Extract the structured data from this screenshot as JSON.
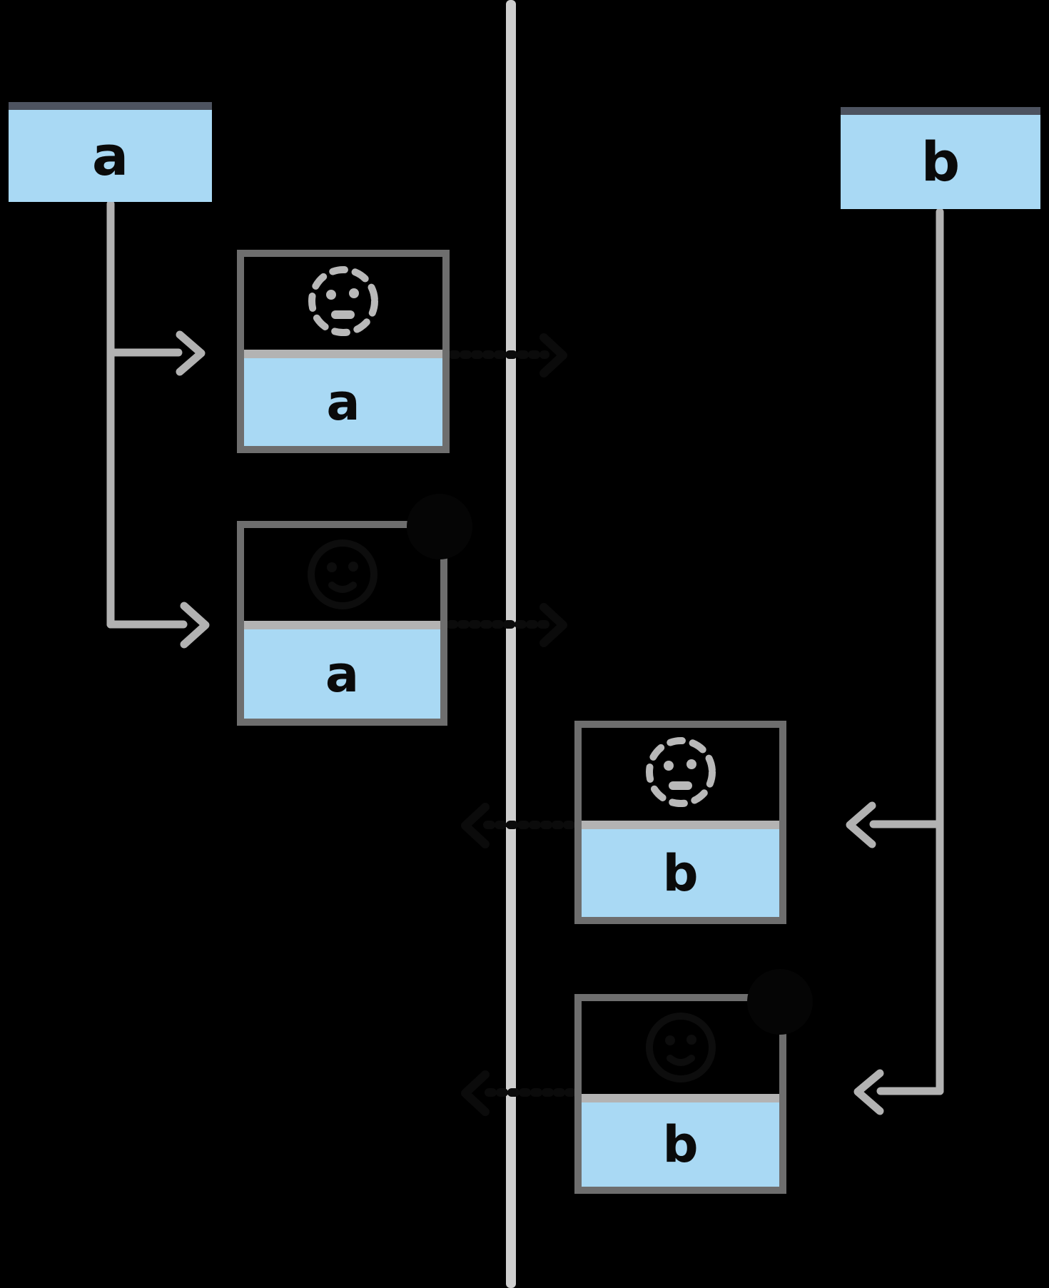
{
  "diagram": {
    "background": "#000000",
    "timeline_name": "render-timeline",
    "nodes": {
      "root_a": {
        "label": "a"
      },
      "child_a1": {
        "label": "a",
        "icon": "pending-face-icon"
      },
      "child_a2": {
        "label": "a",
        "icon": "hidden-face-icon",
        "badge": "corner-badge-dot"
      },
      "root_b": {
        "label": "b"
      },
      "child_b1": {
        "label": "b",
        "icon": "pending-face-icon"
      },
      "child_b2": {
        "label": "b",
        "icon": "hidden-face-icon",
        "badge": "corner-badge-dot"
      }
    },
    "colors": {
      "node_fill": "#a9d9f4",
      "node_header_bar": "#4d5360",
      "card_border": "#6e6e6e",
      "card_divider": "#b3b3b3",
      "connector_gray": "#b2b2b2",
      "timeline_gray": "#cecece",
      "letter_ink": "#0a0a0a",
      "pending_face_gray": "#b9b9b9",
      "hidden_ink": "#0d0d0d"
    }
  }
}
